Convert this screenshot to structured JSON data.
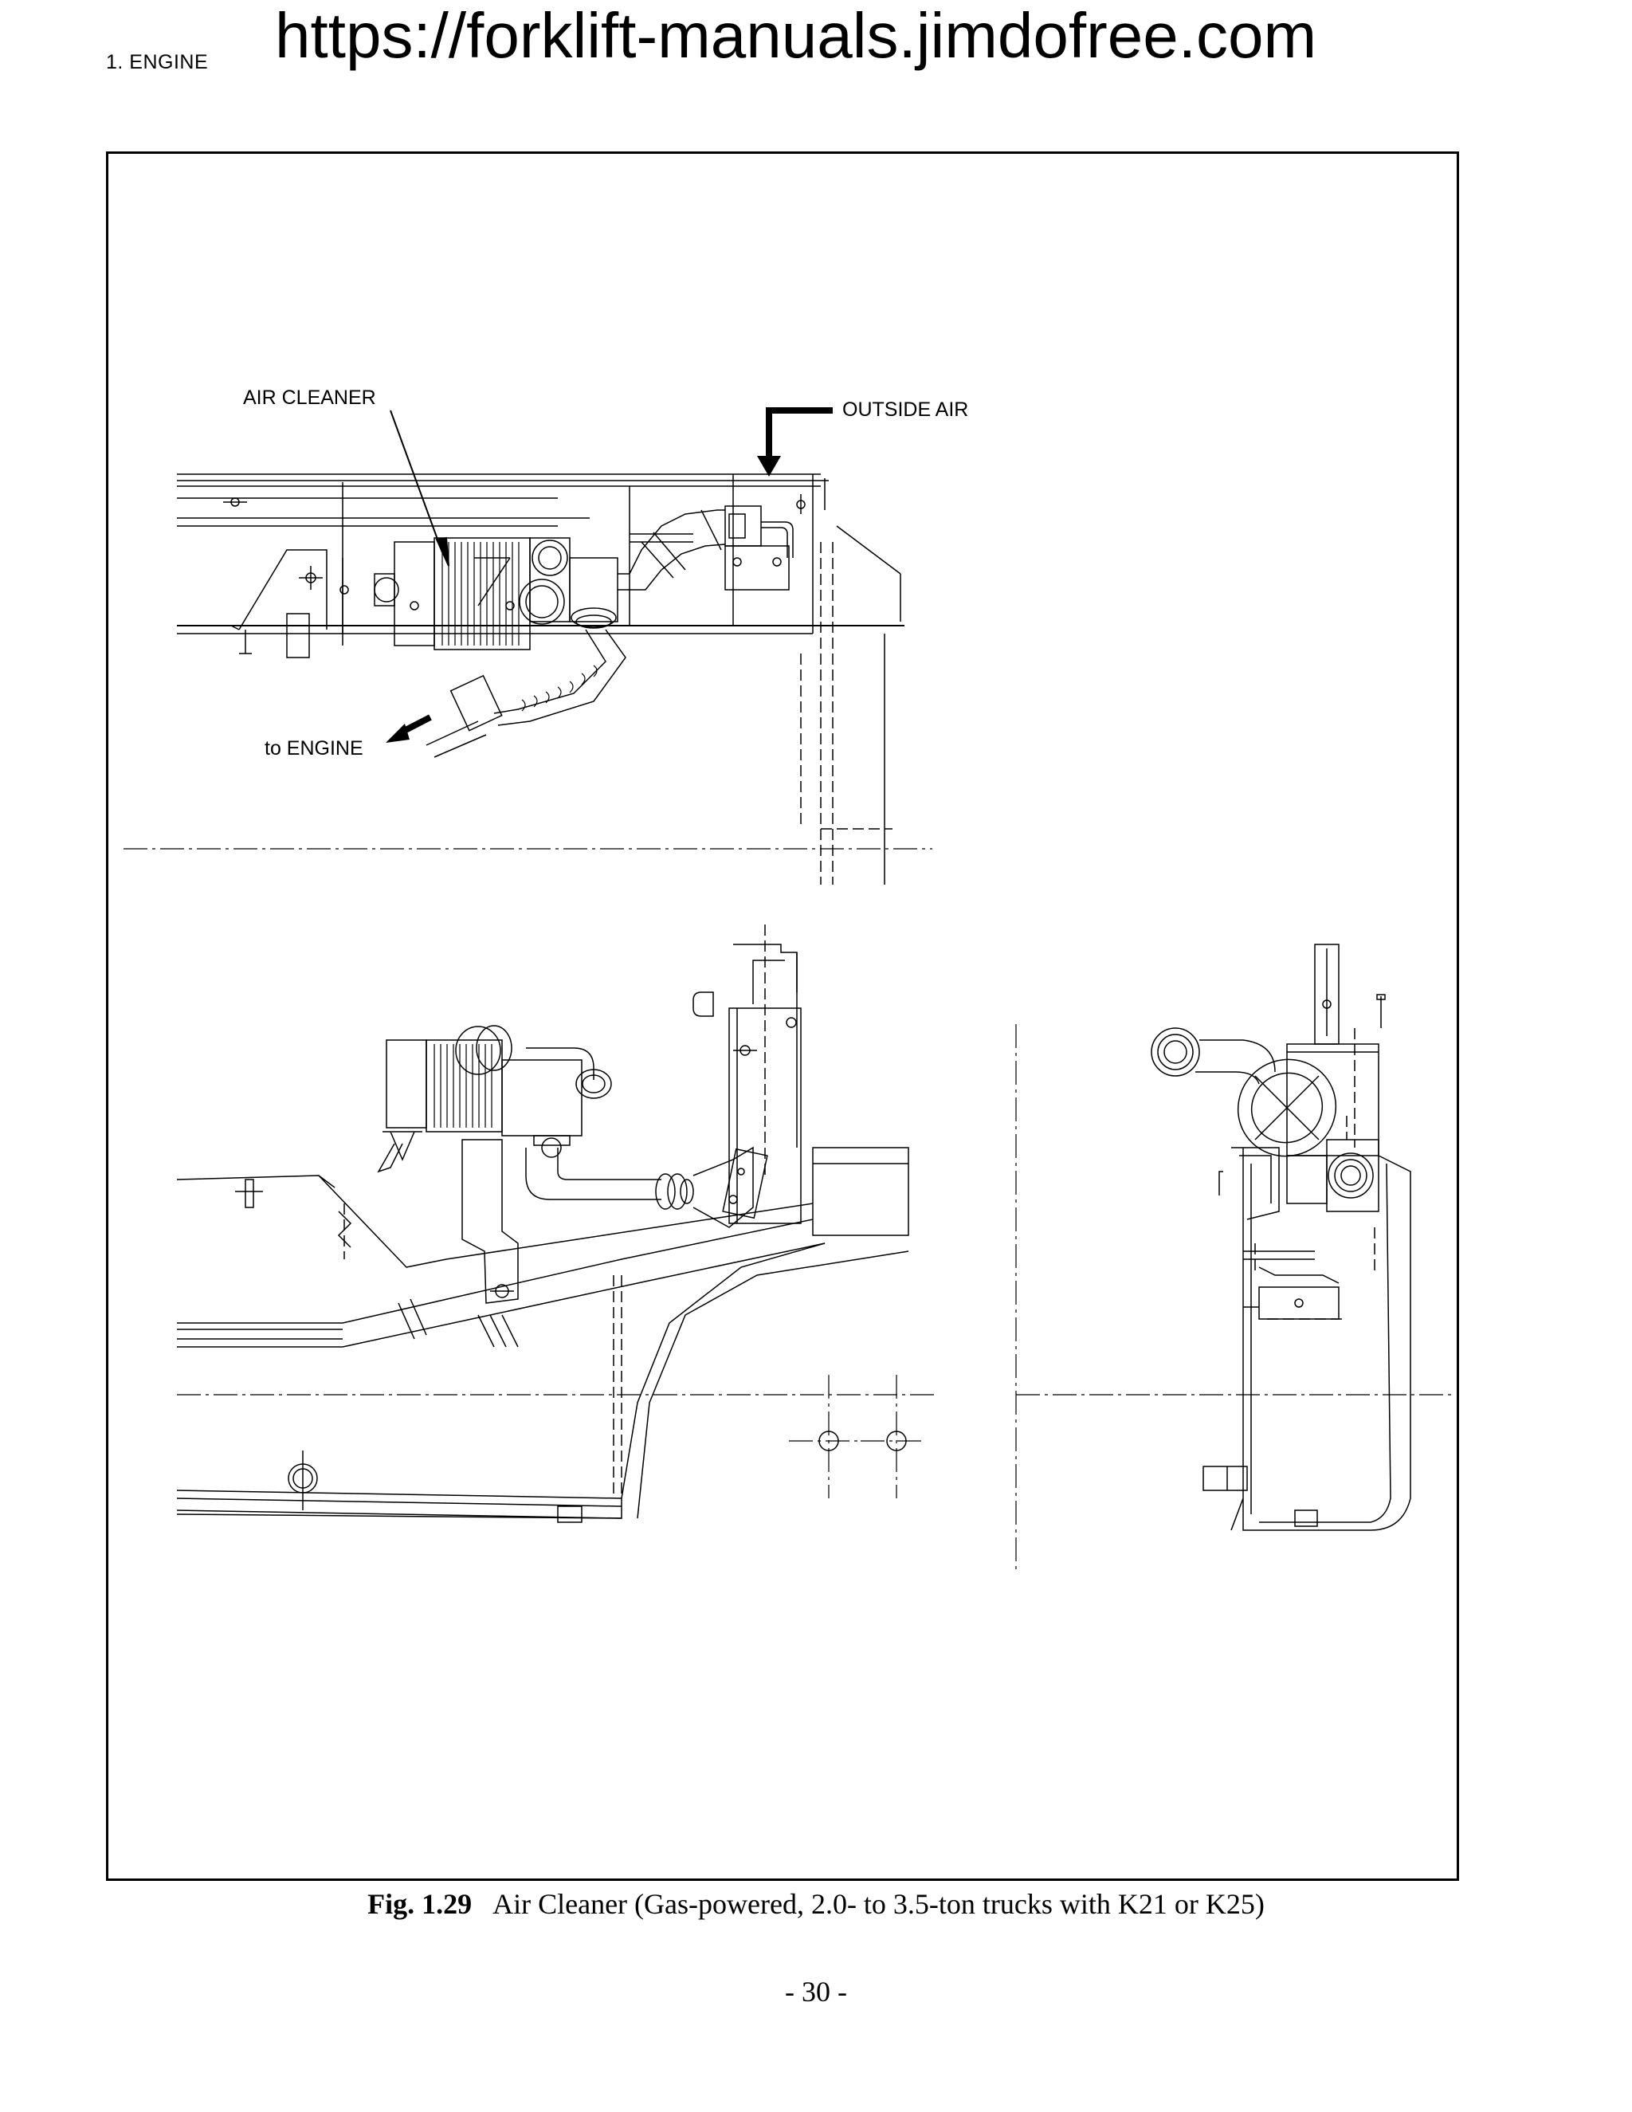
{
  "header": {
    "section": "1.  ENGINE",
    "url": "https://forklift-manuals.jimdofree.com"
  },
  "figure": {
    "callouts": {
      "air_cleaner": "AIR CLEANER",
      "outside_air": "OUTSIDE AIR",
      "to_engine": "to ENGINE"
    },
    "caption_number": "Fig. 1.29",
    "caption_text": "Air Cleaner (Gas-powered, 2.0- to 3.5-ton trucks with K21 or K25)"
  },
  "footer": {
    "page_number": "- 30 -"
  }
}
